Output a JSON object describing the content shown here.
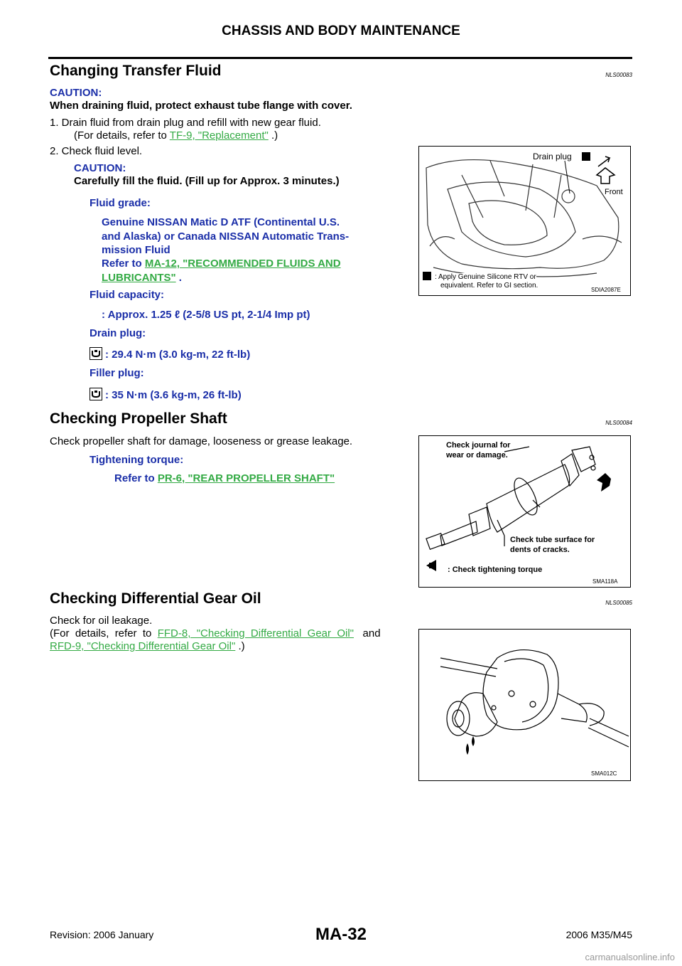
{
  "header": {
    "title": "CHASSIS AND BODY MAINTENANCE"
  },
  "section1": {
    "title": "Changing Transfer Fluid",
    "code": "NLS00083",
    "caution_label": "CAUTION:",
    "caution_text": "When draining fluid, protect exhaust tube flange with cover.",
    "step1_a": "1.  Drain fluid from drain plug and refill with new gear fluid.",
    "step1_b_pre": "(For details, refer to ",
    "step1_link": "TF-9, \"Replacement\"",
    "step1_b_post": " .)",
    "step2": "2.  Check fluid level.",
    "caution2_label": "CAUTION:",
    "caution2_text": "Carefully fill the fluid. (Fill up for Approx. 3 minutes.)",
    "fluid_grade_label": "Fluid grade:",
    "fluid_grade_1": "Genuine NISSAN Matic D ATF (Continental U.S.",
    "fluid_grade_2": "and Alaska) or Canada NISSAN Automatic Trans-",
    "fluid_grade_3": "mission Fluid",
    "fluid_grade_ref_pre": "Refer to ",
    "fluid_grade_link_1": "MA-12, \"RECOMMENDED FLUIDS AND ",
    "fluid_grade_link_2": "LUBRICANTS\"",
    "fluid_grade_ref_post": " .",
    "capacity_label": "Fluid capacity:",
    "capacity_value": ": Approx. 1.25 ℓ (2-5/8 US pt, 2-1/4 Imp pt)",
    "drain_label": "Drain plug:",
    "drain_value": ": 29.4 N·m (3.0 kg-m, 22 ft-lb)",
    "filler_label": "Filler plug:",
    "filler_value": ": 35 N·m (3.6 kg-m, 26 ft-lb)",
    "figure": {
      "label_drain": "Drain plug",
      "label_front": "Front",
      "note_1": ": Apply Genuine Silicone RTV or",
      "note_2": "equivalent. Refer to GI section.",
      "code": "SDIA2087E"
    }
  },
  "section2": {
    "title": "Checking Propeller Shaft",
    "code": "NLS00084",
    "text": "Check propeller shaft for damage, looseness or grease leakage.",
    "torque_label": "Tightening torque:",
    "ref_pre": "Refer to ",
    "ref_link": "PR-6, \"REAR PROPELLER SHAFT\"",
    "figure": {
      "label_journal_1": "Check journal for",
      "label_journal_2": "wear or damage.",
      "label_tube_1": "Check tube surface for",
      "label_tube_2": "dents of cracks.",
      "label_torque": ":  Check tightening torque",
      "code": "SMA118A"
    }
  },
  "section3": {
    "title": "Checking Differential Gear Oil",
    "code": "NLS00085",
    "text1": "Check for oil leakage.",
    "text2_pre": "(For  details,  refer  to  ",
    "link1": "FFD-8,  \"Checking  Differential  Gear  Oil\"",
    "text2_mid": "   and",
    "link2": "RFD-9, \"Checking Differential Gear Oil\"",
    "text3_post": " .)",
    "figure": {
      "code": "SMA012C"
    }
  },
  "footer": {
    "revision": "Revision: 2006 January",
    "page": "MA-32",
    "model": "2006 M35/M45",
    "watermark": "carmanualsonline.info"
  }
}
